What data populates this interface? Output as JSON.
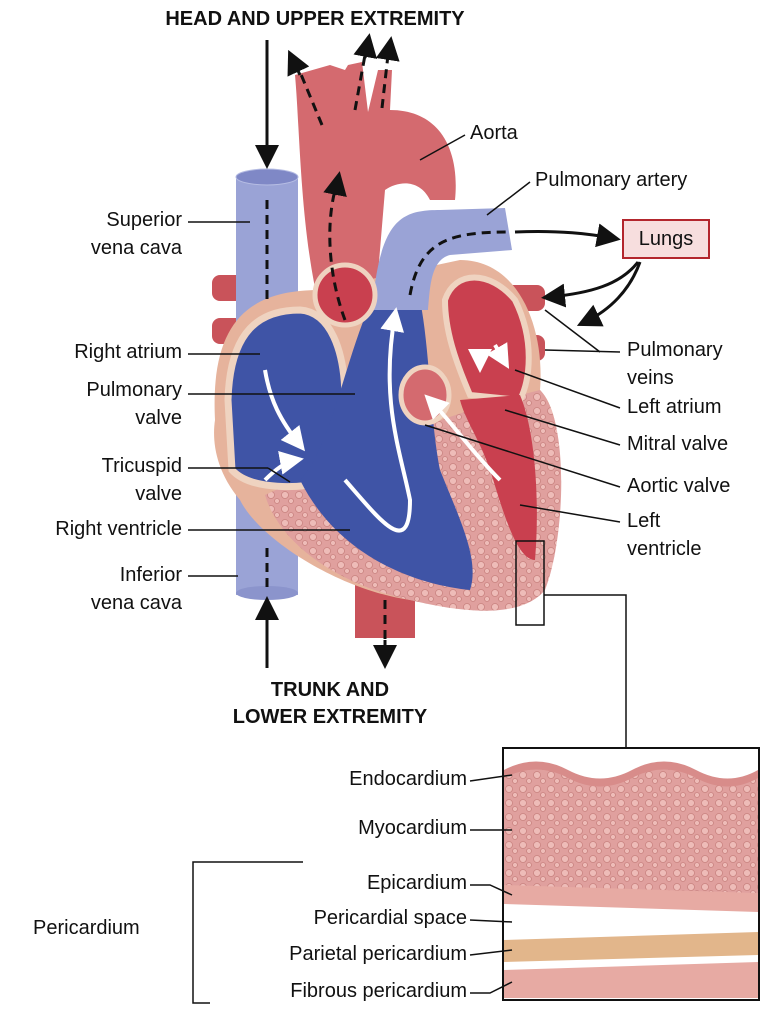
{
  "title_top": "HEAD AND UPPER EXTREMITY",
  "title_bottom_line1": "TRUNK AND",
  "title_bottom_line2": "LOWER EXTREMITY",
  "labels": {
    "aorta": "Aorta",
    "pulmonary_artery": "Pulmonary artery",
    "lungs": "Lungs",
    "superior_vena_cava_1": "Superior",
    "superior_vena_cava_2": "vena cava",
    "right_atrium": "Right atrium",
    "pulmonary_valve_1": "Pulmonary",
    "pulmonary_valve_2": "valve",
    "pulmonary_veins_1": "Pulmonary",
    "pulmonary_veins_2": "veins",
    "left_atrium": "Left atrium",
    "mitral_valve": "Mitral valve",
    "tricuspid_valve_1": "Tricuspid",
    "tricuspid_valve_2": "valve",
    "aortic_valve": "Aortic valve",
    "left_ventricle_1": "Left",
    "left_ventricle_2": "ventricle",
    "right_ventricle": "Right ventricle",
    "inferior_vena_cava_1": "Inferior",
    "inferior_vena_cava_2": "vena cava"
  },
  "inset": {
    "endocardium": "Endocardium",
    "myocardium": "Myocardium",
    "epicardium": "Epicardium",
    "pericardial_space": "Pericardial space",
    "parietal_pericardium": "Parietal pericardium",
    "fibrous_pericardium": "Fibrous pericardium",
    "pericardium": "Pericardium"
  },
  "colors": {
    "oxygenated": "#c9404f",
    "deoxygenated": "#3f54a6",
    "vessel_blue": "#9aa3d6",
    "vessel_red": "#d46a6f",
    "muscle": "#e3a3a0",
    "lungs_border": "#b3262d"
  }
}
